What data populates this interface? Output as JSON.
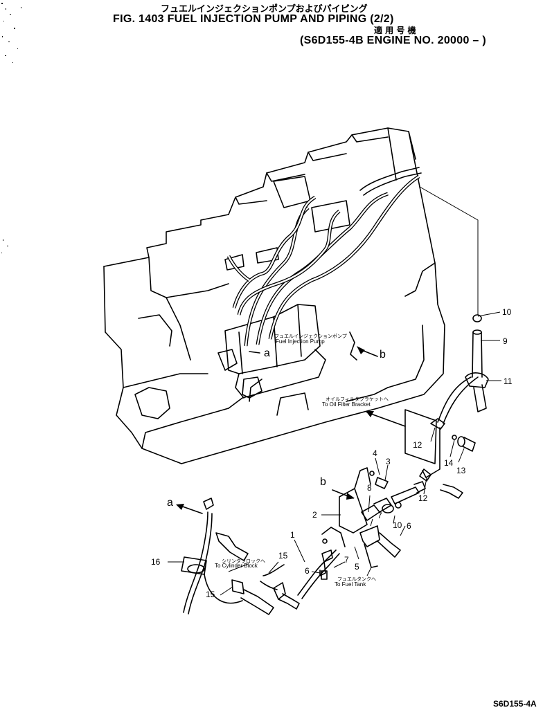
{
  "header": {
    "jp_title": "フュエルインジェクションポンプおよびパイピング",
    "title": "FIG. 1403  FUEL INJECTION PUMP AND PIPING (2/2)",
    "applicable_jp": "適 用 号 機",
    "serial": "(S6D155-4B  ENGINE NO. 20000 – )"
  },
  "labels": {
    "pump_jp": "フュエルインジェクションポンプ",
    "pump_en": "Fuel Injection Pump",
    "oil_bracket_jp": "オイルフィルタブラケットへ",
    "oil_bracket_en": "To Oil Filter Bracket",
    "cyl_block_jp": "シリンダブロックへ",
    "cyl_block_en": "To Cylinder Block",
    "fuel_tank_jp": "フュエルタンクへ",
    "fuel_tank_en": "To Fuel Tank"
  },
  "refs": {
    "a_top": "a",
    "b_top": "b",
    "a_bottom": "a",
    "b_mid": "b"
  },
  "parts": {
    "p1": "1",
    "p2": "2",
    "p3": "3",
    "p4": "4",
    "p5": "5",
    "p6a": "6",
    "p6b": "6",
    "p7a": "7",
    "p7b": "7",
    "p8": "8",
    "p9": "9",
    "p10a": "10",
    "p10b": "10",
    "p11": "11",
    "p12a": "12",
    "p12b": "12",
    "p13": "13",
    "p14": "14",
    "p15a": "15",
    "p15b": "15",
    "p16": "16"
  },
  "footer": {
    "code": "S6D155-4A"
  }
}
